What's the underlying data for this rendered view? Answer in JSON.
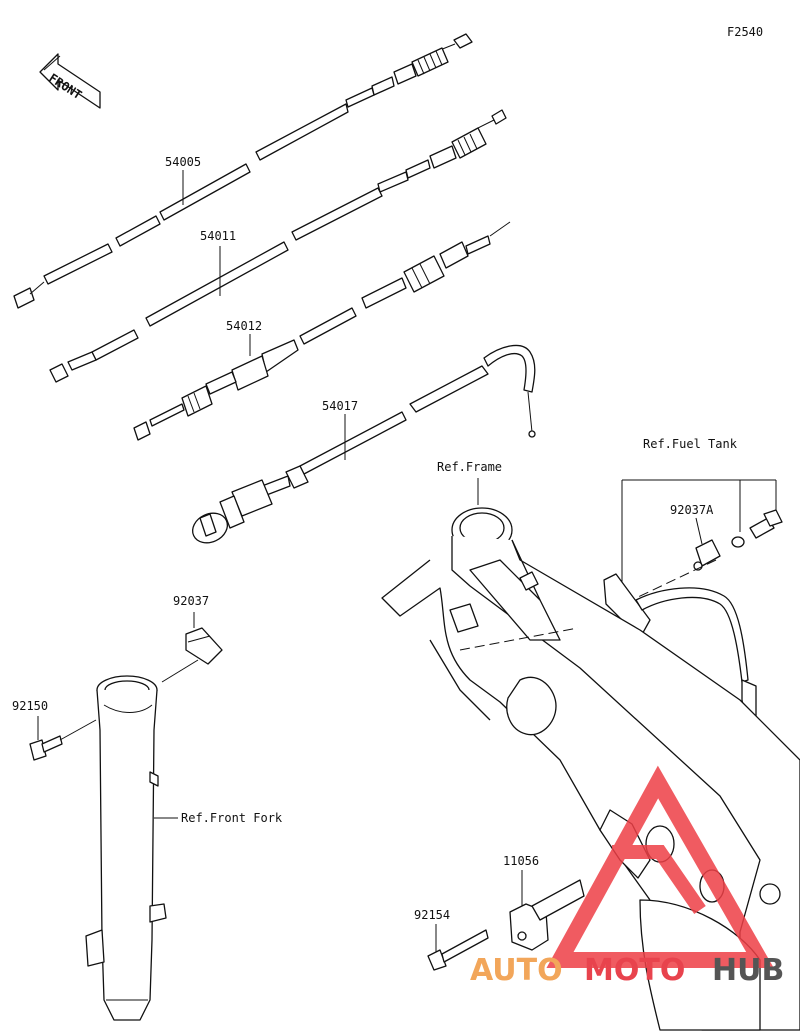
{
  "figure_code": "F2540",
  "front_arrow_label": "FRONT",
  "part_labels": {
    "p54005": "54005",
    "p54011": "54011",
    "p54012": "54012",
    "p54017": "54017",
    "p92037": "92037",
    "p92150": "92150",
    "p92037A": "92037A",
    "p11056": "11056",
    "p92154": "92154"
  },
  "reference_labels": {
    "fuel_tank": "Ref.Fuel Tank",
    "frame": "Ref.Frame",
    "front_fork": "Ref.Front Fork"
  },
  "watermark": {
    "auto": "AUTO",
    "moto": "MOTO",
    "hub": "HUB",
    "color_auto": "#f2a65a",
    "color_moto": "#e8434d",
    "color_hub": "#555555",
    "logo_color": "#ee3f46"
  }
}
